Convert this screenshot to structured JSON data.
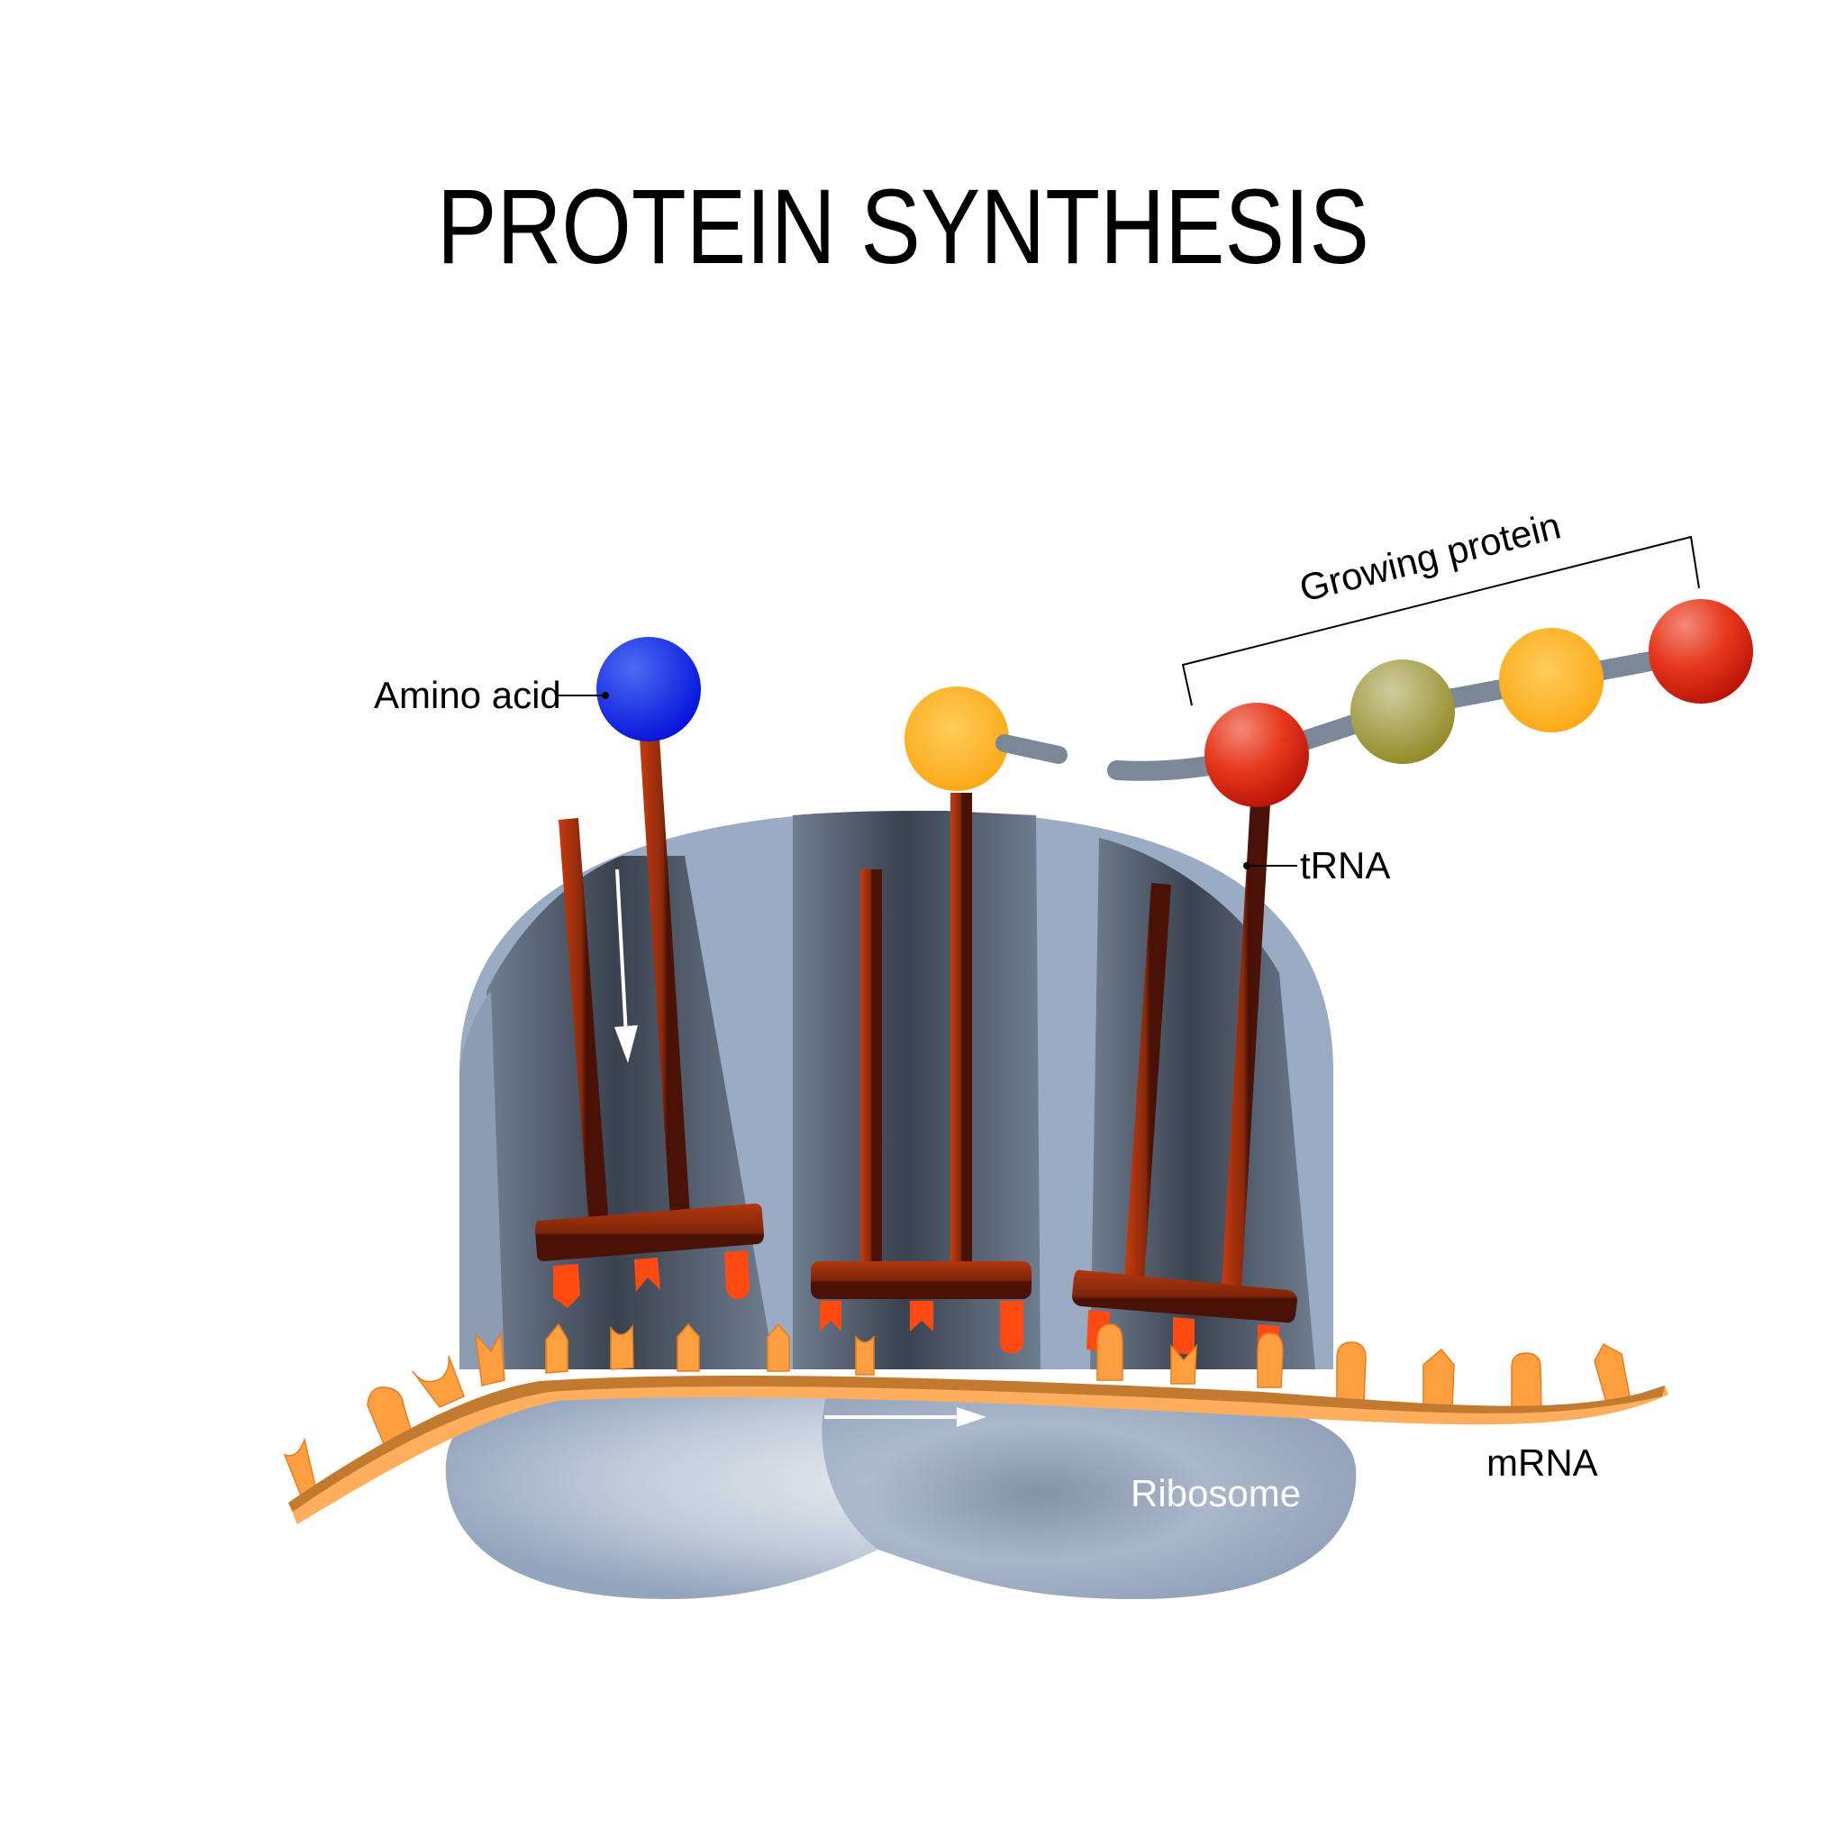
{
  "title": "PROTEIN SYNTHESIS",
  "labels": {
    "amino_acid": "Amino acid",
    "growing_protein": "Growing protein",
    "trna": "tRNA",
    "ribosome": "Ribosome",
    "mrna": "mRNA"
  },
  "colors": {
    "amino_blue": "#0a1fe0",
    "amino_orange": "#fbaa1a",
    "amino_red": "#e02a16",
    "amino_olive": "#a6a045",
    "trna_brown": "#8a2a0c",
    "trna_dark": "#4a1206",
    "anticodon": "#ff4a12",
    "codon": "#ff9f3f",
    "mrna_strand": "#c27a30",
    "mrna_light": "#ffae5e",
    "ribosome_large": "#6f7f92",
    "ribosome_stripe": "#9aabc4",
    "ribosome_dark": "#3a414c",
    "ribosome_small": "#aab8cc",
    "peptide_bond": "#7a8898"
  },
  "arrows": {
    "trna_entry_direction": "down",
    "ribosome_movement_direction": "right"
  }
}
